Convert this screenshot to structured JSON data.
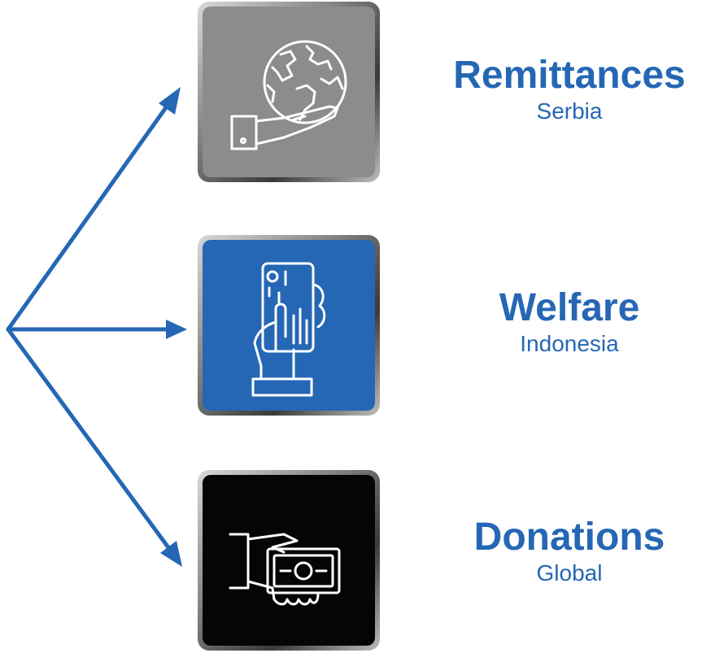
{
  "colors": {
    "accent": "#2567b4",
    "tile_remittances": "#8c8c8c",
    "tile_welfare": "#2567b4",
    "tile_donations": "#050505",
    "icon_stroke": "#ffffff"
  },
  "items": [
    {
      "title": "Remittances",
      "subtitle": "Serbia",
      "icon": "globe-in-hand-icon"
    },
    {
      "title": "Welfare",
      "subtitle": "Indonesia",
      "icon": "card-in-hand-icon"
    },
    {
      "title": "Donations",
      "subtitle": "Global",
      "icon": "cash-in-hand-icon"
    }
  ]
}
